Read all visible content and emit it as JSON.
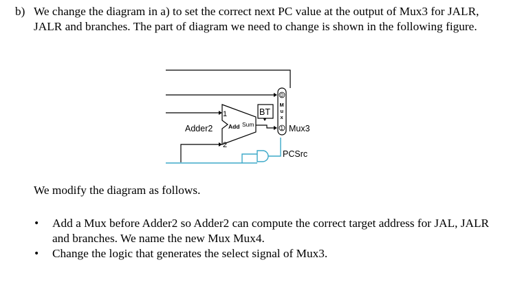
{
  "question": {
    "marker": "b)",
    "text": "We change the diagram in a) to set the correct next PC value at the output of Mux3 for JALR, JALR and branches. The part of diagram we need to change is shown in the following figure."
  },
  "figure": {
    "adder_name": "Adder2",
    "adder_op": "Add",
    "adder_out": "Sum",
    "in1": "1",
    "in2": "2",
    "bt": "BT",
    "mux_in0": "0",
    "mux_in1": "1",
    "mux_letters": [
      "M",
      "u",
      "x"
    ],
    "mux_name": "Mux3",
    "select_name": "PCSrc",
    "colors": {
      "wire": "#000000",
      "control": "#3ba8c8"
    }
  },
  "note": "We modify the diagram as follows.",
  "items": [
    {
      "bullet": "•",
      "text": "Add a Mux before Adder2 so Adder2 can compute the correct target address for JAL, JALR and branches. We name the new Mux Mux4."
    },
    {
      "bullet": "•",
      "text": "Change the logic that generates the select signal of Mux3."
    }
  ]
}
